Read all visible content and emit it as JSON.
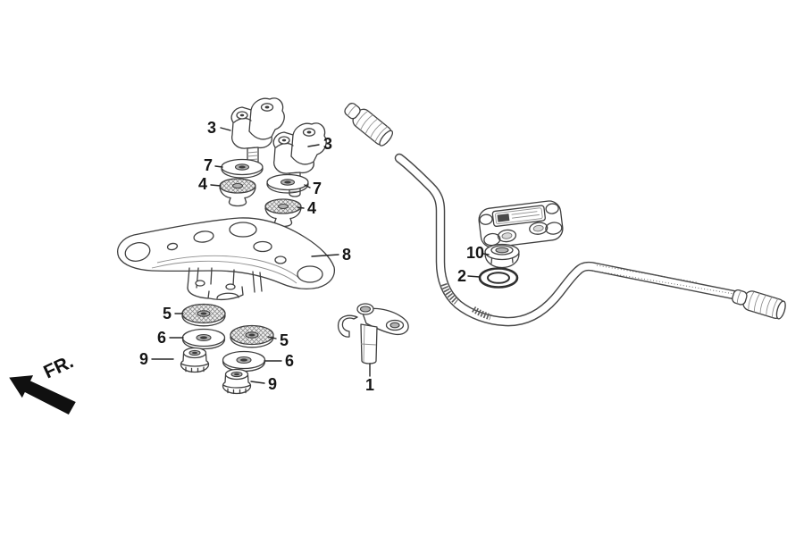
{
  "diagram": {
    "fr_label": "FR.",
    "callouts": {
      "c3a": {
        "label": "3"
      },
      "c3b": {
        "label": "3"
      },
      "c7a": {
        "label": "7"
      },
      "c7b": {
        "label": "7"
      },
      "c4a": {
        "label": "4"
      },
      "c4b": {
        "label": "4"
      },
      "c8": {
        "label": "8"
      },
      "c5a": {
        "label": "5"
      },
      "c5b": {
        "label": "5"
      },
      "c6a": {
        "label": "6"
      },
      "c6b": {
        "label": "6"
      },
      "c9a": {
        "label": "9"
      },
      "c9b": {
        "label": "9"
      },
      "c1": {
        "label": "1"
      },
      "c10": {
        "label": "10"
      },
      "c2": {
        "label": "2"
      }
    },
    "colors": {
      "line": "#3f3f3f",
      "label_text": "#161616",
      "arrow": "#101010",
      "background": "#ffffff"
    }
  }
}
